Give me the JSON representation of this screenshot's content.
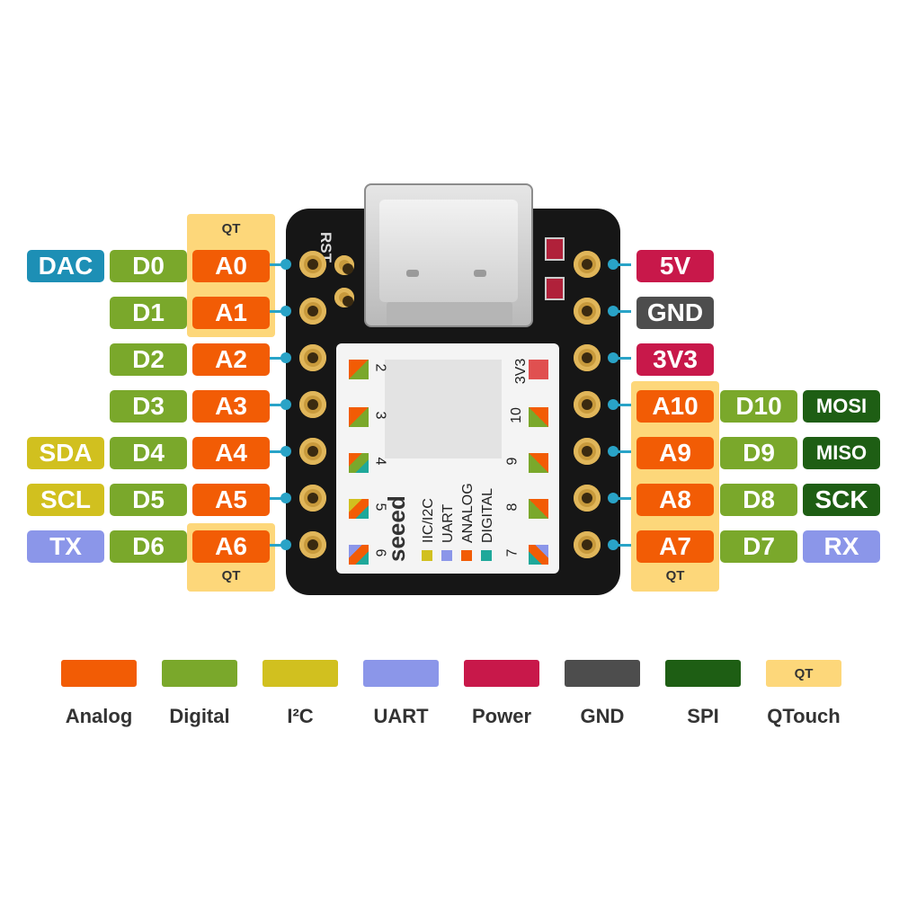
{
  "left_pins": [
    {
      "dac": "DAC",
      "digital": "D0",
      "analog": "A0"
    },
    {
      "digital": "D1",
      "analog": "A1"
    },
    {
      "digital": "D2",
      "analog": "A2"
    },
    {
      "digital": "D3",
      "analog": "A3"
    },
    {
      "i2c": "SDA",
      "digital": "D4",
      "analog": "A4"
    },
    {
      "i2c": "SCL",
      "digital": "D5",
      "analog": "A5"
    },
    {
      "uart": "TX",
      "digital": "D6",
      "analog": "A6"
    }
  ],
  "right_pins": [
    {
      "power": "5V"
    },
    {
      "gnd": "GND"
    },
    {
      "power": "3V3"
    },
    {
      "analog": "A10",
      "digital": "D10",
      "spi": "MOSI"
    },
    {
      "analog": "A9",
      "digital": "D9",
      "spi": "MISO"
    },
    {
      "analog": "A8",
      "digital": "D8",
      "spi": "SCK"
    },
    {
      "analog": "A7",
      "digital": "D7",
      "uart": "RX"
    }
  ],
  "qt_labels": {
    "left_top": "QT",
    "left_bottom": "QT",
    "right_bottom": "QT"
  },
  "board": {
    "rst_label": "RST",
    "brand": "seeed",
    "silk_left_numbers": [
      "2",
      "3",
      "4",
      "5",
      "6"
    ],
    "silk_right_numbers": [
      "3V3",
      "10",
      "9",
      "8",
      "7"
    ],
    "silk_legend": [
      "IIC/I2C",
      "UART",
      "ANALOG",
      "DIGITAL"
    ]
  },
  "legend": [
    {
      "label": "Analog",
      "color": "#f25c05"
    },
    {
      "label": "Digital",
      "color": "#7aa82b"
    },
    {
      "label": "I²C",
      "color": "#d1c01f"
    },
    {
      "label": "UART",
      "color": "#8b96e9"
    },
    {
      "label": "Power",
      "color": "#c8184a"
    },
    {
      "label": "GND",
      "color": "#4d4d4d"
    },
    {
      "label": "SPI",
      "color": "#1e5e14"
    },
    {
      "label": "QTouch",
      "color": "#fdd77a",
      "swatch_text": "QT"
    }
  ],
  "colors": {
    "analog": "#f25c05",
    "digital": "#7aa82b",
    "i2c": "#d1c01f",
    "uart": "#8b96e9",
    "power": "#c8184a",
    "gnd": "#4d4d4d",
    "spi": "#1e5e14",
    "dac": "#1d8fb5",
    "qt": "#fdd77a",
    "pin_dot": "#29a3c7"
  }
}
